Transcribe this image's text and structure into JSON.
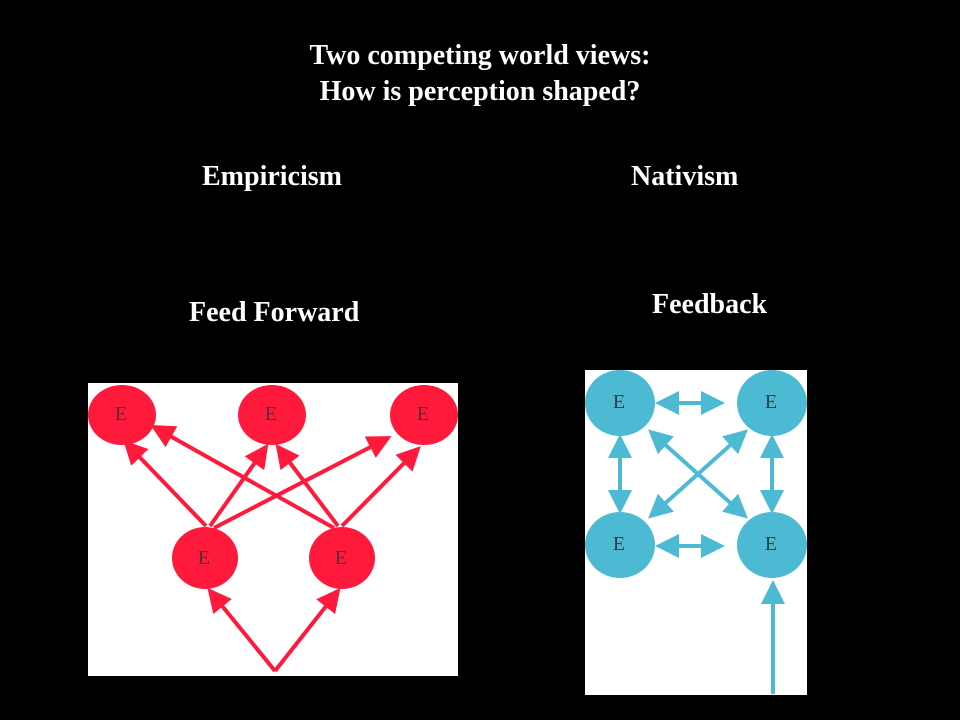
{
  "title": {
    "line1": "Two competing world views:",
    "line2": "How is perception shaped?"
  },
  "left": {
    "heading": "Empiricism",
    "subheading": "Feed Forward"
  },
  "right": {
    "heading": "Nativism",
    "subheading": "Feedback"
  },
  "diagrams": {
    "feed_forward": {
      "color": "#ff1a3c",
      "nodes": [
        {
          "id": "ff-top-left",
          "label": "E"
        },
        {
          "id": "ff-top-center",
          "label": "E"
        },
        {
          "id": "ff-top-right",
          "label": "E"
        },
        {
          "id": "ff-bottom-left",
          "label": "E"
        },
        {
          "id": "ff-bottom-right",
          "label": "E"
        }
      ]
    },
    "feedback": {
      "color": "#4dbad4",
      "nodes": [
        {
          "id": "fb-top-left",
          "label": "E"
        },
        {
          "id": "fb-top-right",
          "label": "E"
        },
        {
          "id": "fb-bottom-left",
          "label": "E"
        },
        {
          "id": "fb-bottom-right",
          "label": "E"
        }
      ]
    }
  }
}
